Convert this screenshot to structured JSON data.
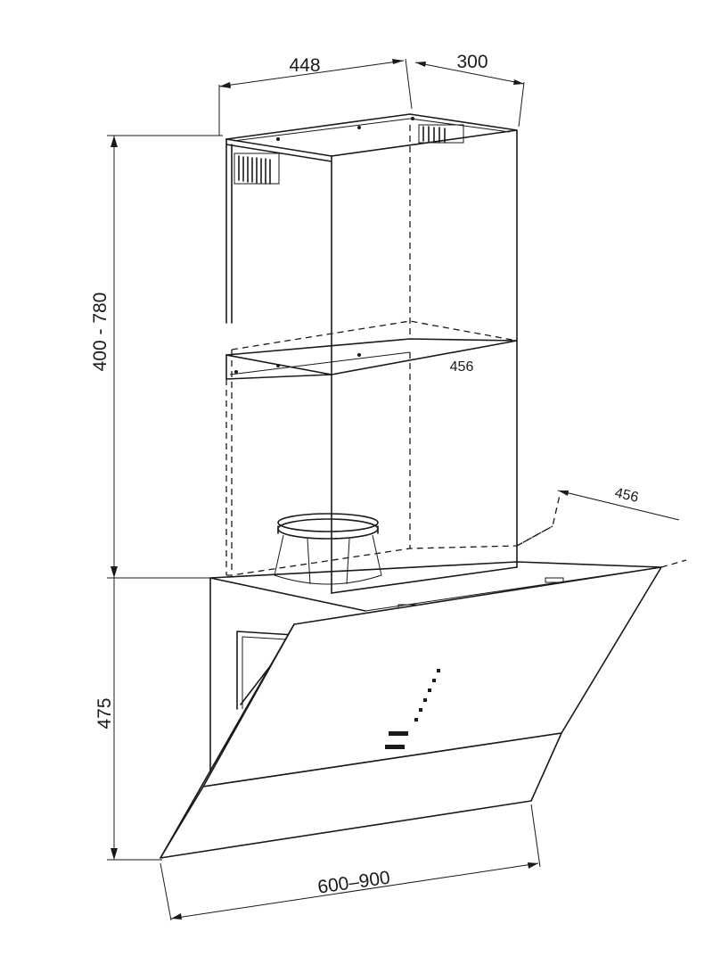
{
  "dimensions": {
    "chimney_width": "448",
    "chimney_depth": "300",
    "chimney_height": "400 - 780",
    "bracket_width": "456",
    "canopy_depth": "456",
    "hood_height": "475",
    "hood_width": "600–900"
  },
  "colors": {
    "line": "#1a1a1a",
    "background": "#ffffff"
  }
}
